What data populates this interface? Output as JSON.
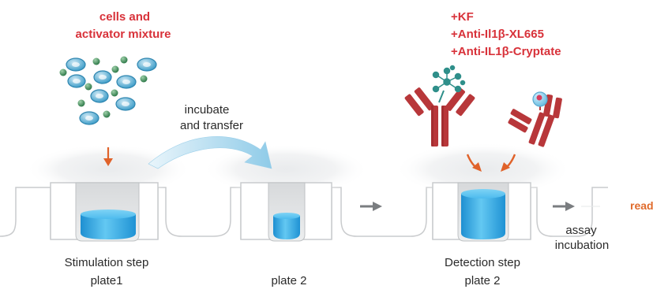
{
  "reagents": {
    "cells_line1": "cells and",
    "cells_line2": "activator mixture",
    "added_line1": "+KF",
    "added_line2": "+Anti-Il1β-XL665",
    "added_line3": "+Anti-IL1β-Cryptate"
  },
  "transfer": {
    "line1": "incubate",
    "line2": "and transfer"
  },
  "steps": {
    "stimulation": "Stimulation step",
    "detection": "Detection step"
  },
  "plates": {
    "plate1": "plate1",
    "plate2a": "plate 2",
    "plate2b": "plate 2"
  },
  "assay": {
    "line1": "assay",
    "line2": "incubation"
  },
  "readout": "read",
  "colors": {
    "label_red": "#d8323a",
    "arrow_orange": "#e0622a",
    "liquid_blue": "#3fb4ea",
    "cell_blue": "#3a9fc8",
    "bead_green": "#3e8a5a",
    "antibody_red": "#b8373a",
    "fluor_teal": "#2f8f8a"
  }
}
